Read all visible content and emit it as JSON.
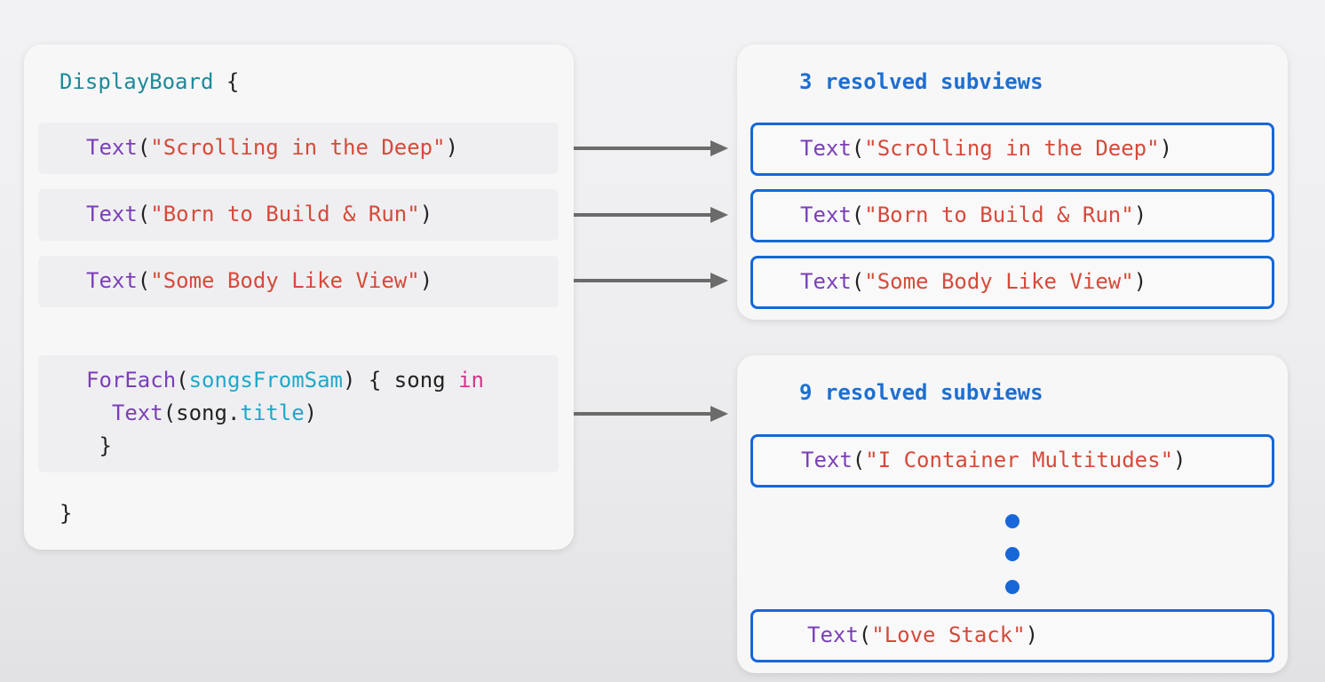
{
  "left": {
    "open_name": "DisplayBoard",
    "open_brace": "{",
    "close_brace": "}",
    "rows": [
      {
        "type": "Text",
        "str": "\"Scrolling in the Deep\""
      },
      {
        "type": "Text",
        "str": "\"Born to Build & Run\""
      },
      {
        "type": "Text",
        "str": "\"Some Body Like View\""
      }
    ],
    "foreach": {
      "kw": "ForEach",
      "arg": "songsFromSam",
      "mid": "{ song",
      "in_kw": "in",
      "text_type": "Text",
      "text_arg_obj": "song.",
      "text_arg_prop": "title",
      "close": "}"
    }
  },
  "right_top": {
    "count": "3",
    "label": "resolved subviews",
    "items": [
      {
        "type": "Text",
        "str": "\"Scrolling in the Deep\""
      },
      {
        "type": "Text",
        "str": "\"Born to Build & Run\""
      },
      {
        "type": "Text",
        "str": "\"Some Body Like View\""
      }
    ]
  },
  "right_bottom": {
    "count": "9",
    "label": "resolved subviews",
    "first": {
      "type": "Text",
      "str": "\"I Container Multitudes\""
    },
    "last": {
      "type": "Text",
      "str": "\"Love Stack\""
    }
  },
  "colors": {
    "accent_blue": "#1767d8",
    "string_red": "#d64a3a",
    "type_purple": "#7b3fb8",
    "struct_teal": "#1d8a9a",
    "arrow_gray": "#6b6b6b"
  }
}
